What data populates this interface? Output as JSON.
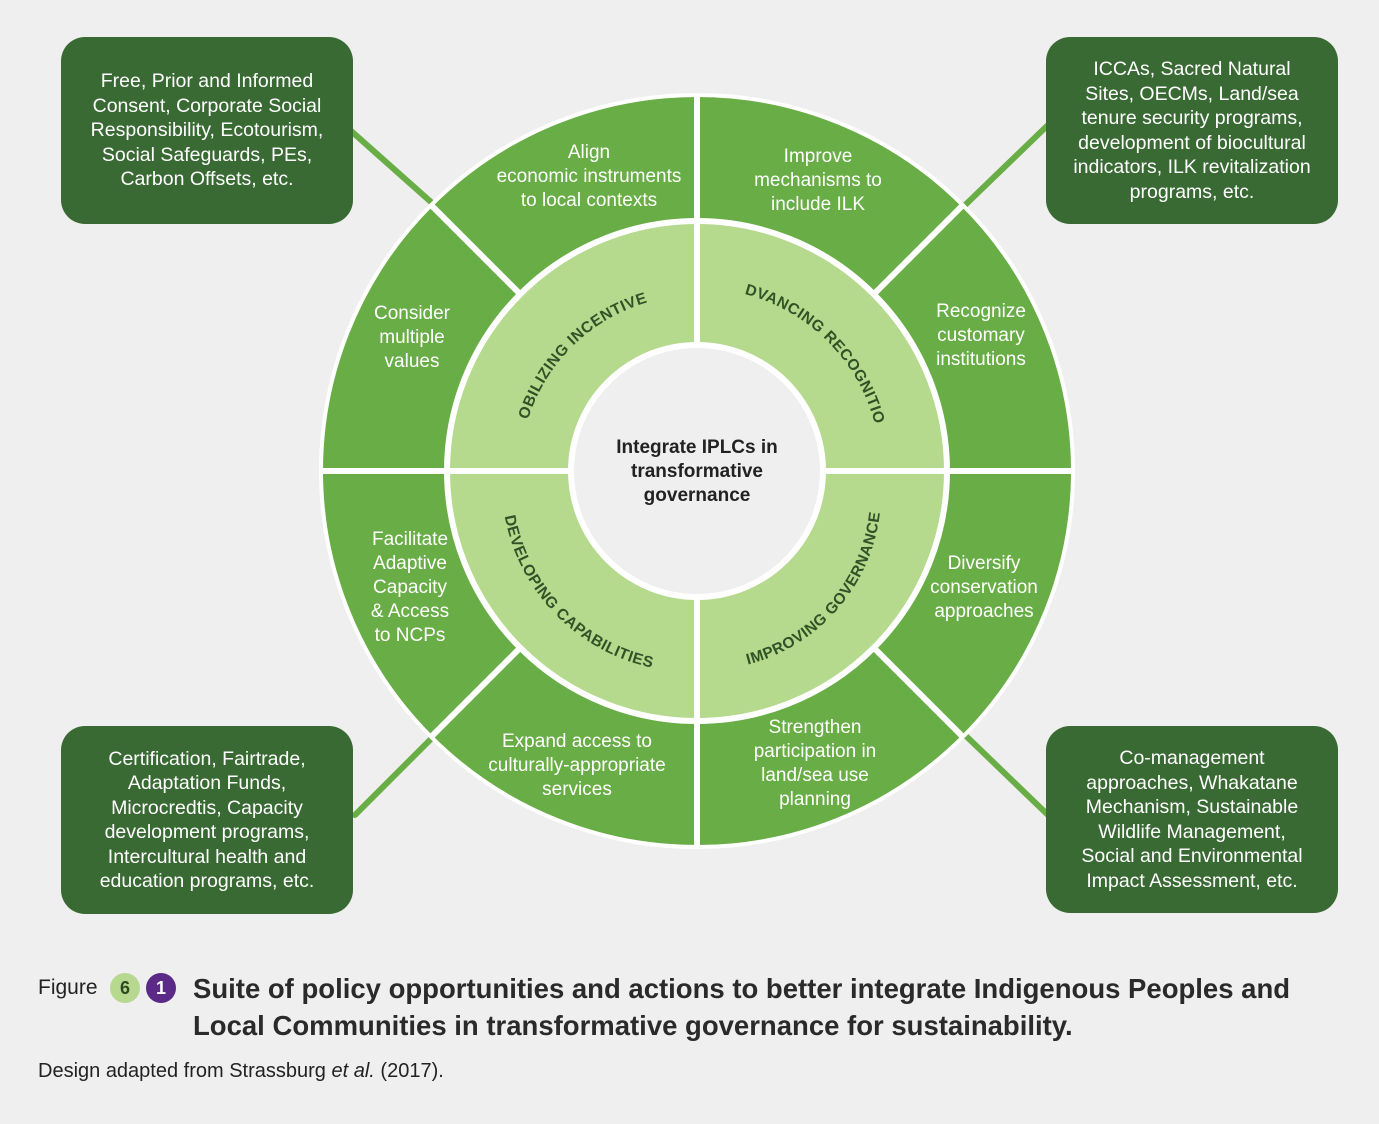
{
  "diagram": {
    "center": "Integrate IPLCs in\ntransformative\ngovernance",
    "pillars": [
      {
        "label": "MOBILIZING INCENTIVES"
      },
      {
        "label": "ADVANCING RECOGNITION"
      },
      {
        "label": "IMPROVING GOVERNANCE"
      },
      {
        "label": "DEVELOPING CAPABILITIES"
      }
    ],
    "actions": [
      {
        "label": "Align\neconomic instruments\nto local contexts"
      },
      {
        "label": "Improve\nmechanisms to\ninclude ILK"
      },
      {
        "label": "Recognize\ncustomary\ninstitutions"
      },
      {
        "label": "Diversify\nconservation\napproaches"
      },
      {
        "label": "Strengthen\nparticipation in\nland/sea use\nplanning"
      },
      {
        "label": "Expand access to\nculturally-appropriate\nservices"
      },
      {
        "label": "Facilitate\nAdaptive\nCapacity\n& Access\nto NCPs"
      },
      {
        "label": "Consider\nmultiple\nvalues"
      }
    ],
    "examples": [
      {
        "text": "Free, Prior and Informed\nConsent, Corporate Social\nResponsibility, Ecotourism,\nSocial Safeguards, PEs,\nCarbon Offsets, etc."
      },
      {
        "text": "ICCAs, Sacred Natural\nSites, OECMs, Land/sea\ntenure security programs,\ndevelopment of biocultural\nindicators, ILK revitalization\nprograms, etc."
      },
      {
        "text": "Certification, Fairtrade,\nAdaptation Funds,\nMicrocredtis, Capacity\ndevelopment programs,\nIntercultural health and\neducation programs, etc."
      },
      {
        "text": "Co-management\napproaches, Whakatane\nMechanism, Sustainable\nWildlife Management,\nSocial and Environmental\nImpact Assessment, etc."
      }
    ],
    "colors": {
      "outer_ring": "#68ad45",
      "inner_ring": "#b5d98d",
      "center": "#efefef",
      "boxes": "#3a6a34",
      "connectors": "#68ad45",
      "pillar_text": "#2f5326"
    }
  },
  "caption": {
    "figure_word": "Figure",
    "chapter_badge": "6",
    "number_badge": "1",
    "title": "Suite of policy opportunities and actions to better integrate Indigenous Peoples and Local Communities in transformative governance for sustainability.",
    "source_prefix": "Design adapted from Strassburg ",
    "source_italic": "et al.",
    "source_suffix": " (2017)."
  }
}
